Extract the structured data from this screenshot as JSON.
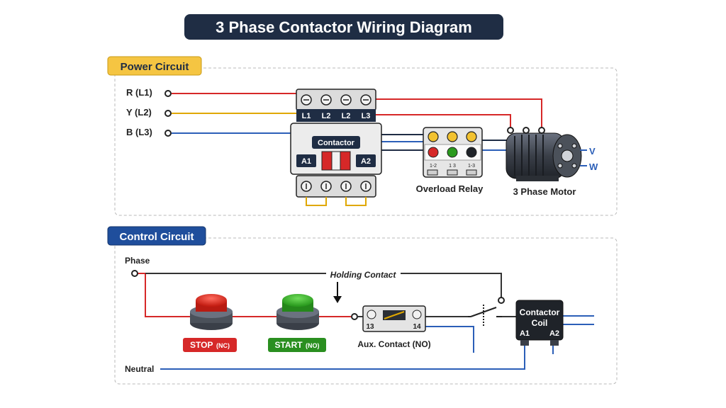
{
  "title": "3 Phase Contactor Wiring Diagram",
  "power_circuit": {
    "label": "Power Circuit",
    "inputs": [
      "R (L1)",
      "Y (L2)",
      "B (L3)"
    ],
    "contactor": {
      "label": "Contactor",
      "terminals": [
        "L1",
        "L2",
        "L2",
        "L3"
      ],
      "coil_terminals": [
        "A1",
        "A2"
      ]
    },
    "overload_relay": {
      "label": "Overload Relay",
      "terminals": [
        "1-2",
        "1 3",
        "1-3"
      ]
    },
    "motor": {
      "label": "3 Phase Motor",
      "terminals": [
        "V",
        "W"
      ]
    }
  },
  "control_circuit": {
    "label": "Control Circuit",
    "phase_label": "Phase",
    "neutral_label": "Neutral",
    "holding_contact_label": "Holding Contact",
    "stop_button": {
      "label": "STOP",
      "sub": "(NC)"
    },
    "start_button": {
      "label": "START",
      "sub": "(NO)"
    },
    "aux_contact": {
      "label": "Aux. Contact (NO)",
      "terminals": [
        "13",
        "14"
      ]
    },
    "coil": {
      "label_lines": [
        "Contactor",
        "Coil"
      ],
      "terminals": [
        "A1",
        "A2"
      ]
    }
  },
  "colors": {
    "red": "#d62828",
    "yellow": "#e0a800",
    "blue": "#2c5fb8",
    "dark": "#1f2d44",
    "section_yellow": "#f5c542",
    "section_blue": "#1f4e9c"
  }
}
